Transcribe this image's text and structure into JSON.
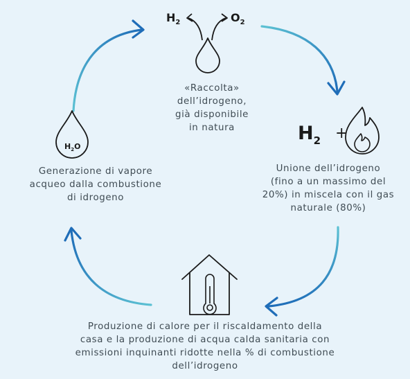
{
  "cycle": {
    "top": {
      "formula_h2": "H",
      "formula_h2_sub": "2",
      "formula_o2": "O",
      "formula_o2_sub": "2",
      "lines": [
        "«Raccolta»",
        "dell’idrogeno,",
        "già disponibile",
        "in natura"
      ]
    },
    "right": {
      "formula_h": "H",
      "formula_sub": "2",
      "formula_plus": "+",
      "lines": [
        "Unione dell’idrogeno",
        "(fino a un massimo del",
        "20%) in miscela con il gas",
        "naturale (80%)"
      ]
    },
    "bottom": {
      "lines": [
        "Produzione di calore per il riscaldamento della",
        "casa e la produzione di acqua calda sanitaria con",
        "emissioni inquinanti ridotte nella % di combustione",
        "dell’idrogeno"
      ]
    },
    "left": {
      "drop_text": "H",
      "drop_sub": "2",
      "drop_text_end": "O",
      "lines": [
        "Generazione di vapore",
        "acqueo dalla combustione",
        "di idrogeno"
      ]
    }
  },
  "colors": {
    "arrow_light": "#5cc1d3",
    "arrow_dark": "#1f6db8",
    "icon_stroke": "#1a1a1a",
    "text": "#3f4b53",
    "background": "#e8f3fa"
  }
}
